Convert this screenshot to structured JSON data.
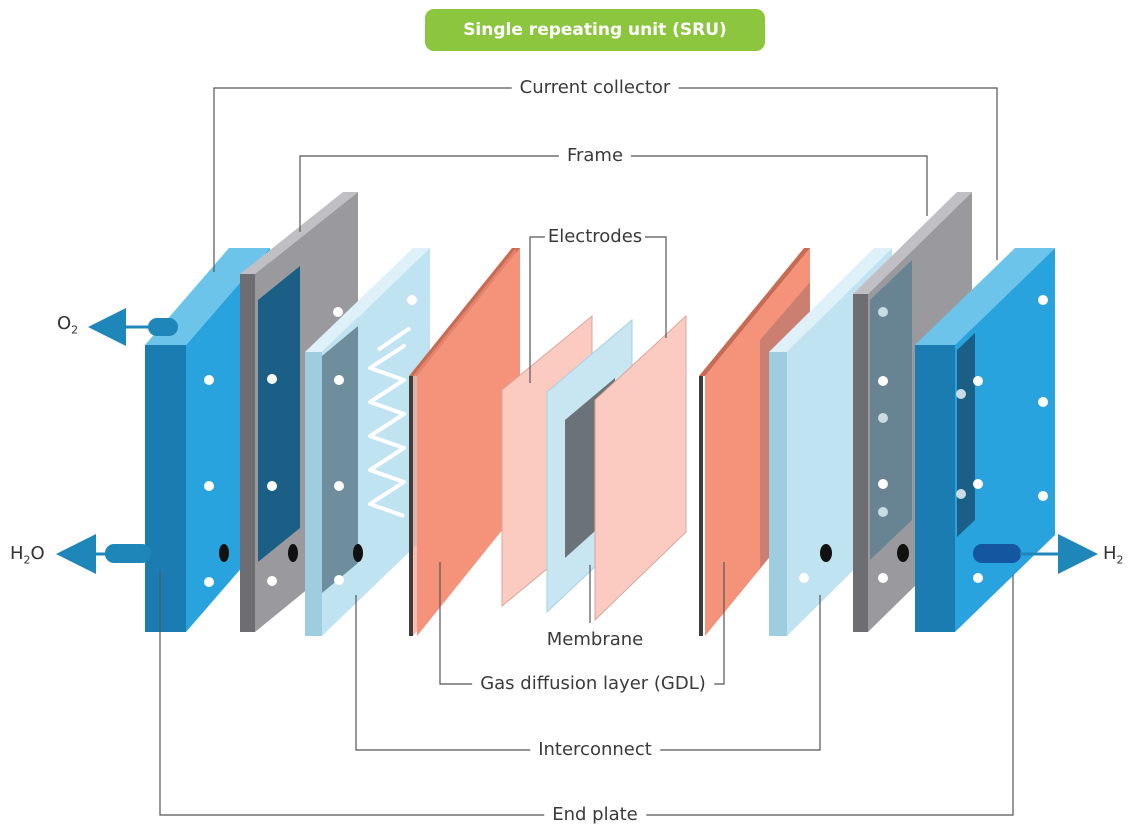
{
  "title": "Single repeating unit (SRU)",
  "labels": {
    "current_collector": "Current collector",
    "frame": "Frame",
    "electrodes": "Electrodes",
    "membrane": "Membrane",
    "gdl": "Gas diffusion layer (GDL)",
    "interconnect": "Interconnect",
    "end_plate": "End plate"
  },
  "flows": {
    "o2": {
      "base": "O",
      "sub": "2",
      "suffix": ""
    },
    "h2o": {
      "base": "H",
      "sub": "2",
      "suffix": "O"
    },
    "h2": {
      "base": "H",
      "sub": "2",
      "suffix": ""
    }
  },
  "colors": {
    "badge": "#8cc63f",
    "end_plate": "#29a3de",
    "frame": "#9a9a9e",
    "interconnect": "#bfe3f1",
    "gdl": "#f5937a",
    "electrode": "#fbcac1",
    "membrane": "#c8e6f2",
    "arrow": "#1f86b9",
    "leader_line": "#555555"
  }
}
